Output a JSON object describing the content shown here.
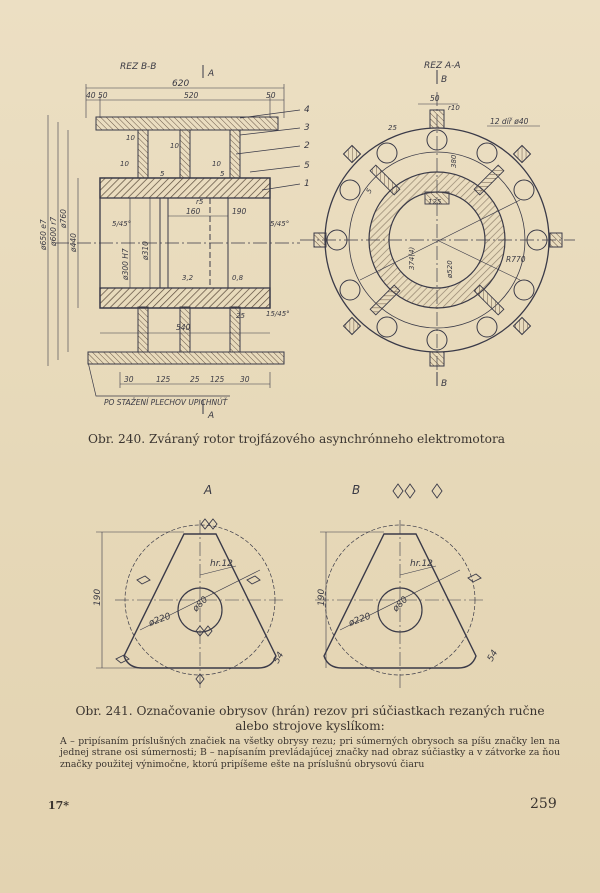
{
  "drawing_labels": {
    "section_bb": "REZ B-B",
    "section_aa": "REZ A-A",
    "cut_a": "A",
    "cut_b": "B",
    "dim_620": "620",
    "dim_40": "40",
    "dim_50": "50",
    "dim_520": "520",
    "dim_50b": "50",
    "part_4": "4",
    "part_3": "3",
    "part_2": "2",
    "part_5": "5",
    "part_1": "1",
    "weld_10": "10",
    "weld_5": "5",
    "dia_650": "ø650 e7",
    "dia_600": "ø600 r7",
    "dia_760": "ø760",
    "dia_440": "ø440",
    "dia_300": "ø300 H7",
    "dia_310": "ø310",
    "r5": "r5",
    "dim_160": "160",
    "dim_190": "190",
    "chamfer_5_45": "5/45°",
    "chamfer_5_45b": "5/45°",
    "chamfer_15_45": "15/45°",
    "rough_32": "3,2",
    "rough_08": "0,8",
    "rough_25": "25",
    "dim_540": "540",
    "bot_30": "30",
    "bot_125": "125",
    "bot_25": "25",
    "bot_125b": "125",
    "bot_30b": "30",
    "note_po": "PO STAŽENÍ PLECHOV UPICHNÚŤ",
    "aa_50": "50",
    "aa_r10": "r10",
    "aa_holes": "12 díř ø40",
    "aa_380": "380",
    "aa_125": "125",
    "aa_374": "374(4)",
    "aa_520": "ø520",
    "aa_r770": "R770",
    "aa_25": "25"
  },
  "figure_240_caption": "Obr. 240. Zváraný rotor trojfázového asynchrónneho elektromotora",
  "figure_241": {
    "label_a": "A",
    "label_b": "B",
    "dim_190": "190",
    "dim_hr12": "hr.12",
    "dim_80": "ø80",
    "dim_220": "ø220",
    "dim_54": "54",
    "caption_label": "Obr. 241.",
    "caption_text": "Označovanie obrysov (hrán) rezov pri súčiastkach rezaných ručne alebo strojove kyslíkom:",
    "description": "A – pripísaním príslušných značiek na všetky obrysy rezu; pri súmerných obrysoch sa píšu značky len na jednej strane osi súmernosti; B – napísaním prevládajúcej značky nad obraz súčiastky a v zátvorke za ňou značky použitej výnimočne, ktorú pripíšeme ešte na príslušnú obrysovú čiaru"
  },
  "footer": {
    "signature_mark": "17*",
    "page_number": "259"
  }
}
